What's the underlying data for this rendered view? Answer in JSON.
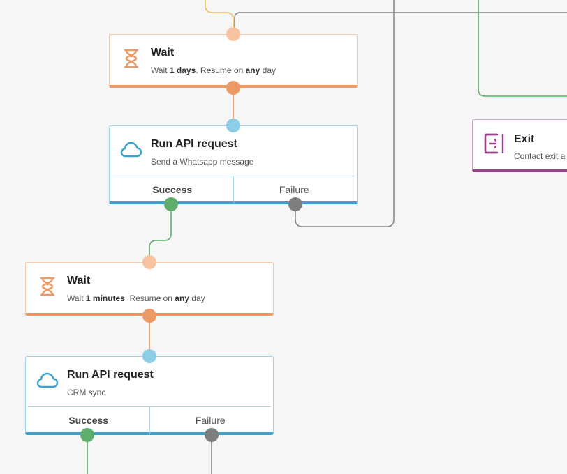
{
  "nodes": {
    "wait1": {
      "title": "Wait",
      "desc_prefix": "Wait ",
      "duration": "1 days",
      "desc_middle": ". Resume on ",
      "day": "any",
      "desc_suffix": " day"
    },
    "api1": {
      "title": "Run API request",
      "desc": "Send a Whatsapp message",
      "success": "Success",
      "failure": "Failure"
    },
    "wait2": {
      "title": "Wait",
      "desc_prefix": "Wait ",
      "duration": "1 minutes",
      "desc_middle": ". Resume on ",
      "day": "any",
      "desc_suffix": " day"
    },
    "api2": {
      "title": "Run API request",
      "desc": "CRM sync",
      "success": "Success",
      "failure": "Failure"
    },
    "exit": {
      "title": "Exit",
      "desc": "Contact exit a"
    }
  },
  "icons": {
    "wait": "hourglass-icon",
    "api": "cloud-icon",
    "exit": "exit-icon"
  },
  "colors": {
    "wait_accent": "#ec9964",
    "wait_port": "#f6c2a0",
    "api_accent": "#3aa3cc",
    "api_port": "#8ecde6",
    "exit_accent": "#9a3f8a",
    "success": "#5fad6a",
    "failure": "#7d7d7d",
    "incoming_yellow": "#f0c060"
  }
}
